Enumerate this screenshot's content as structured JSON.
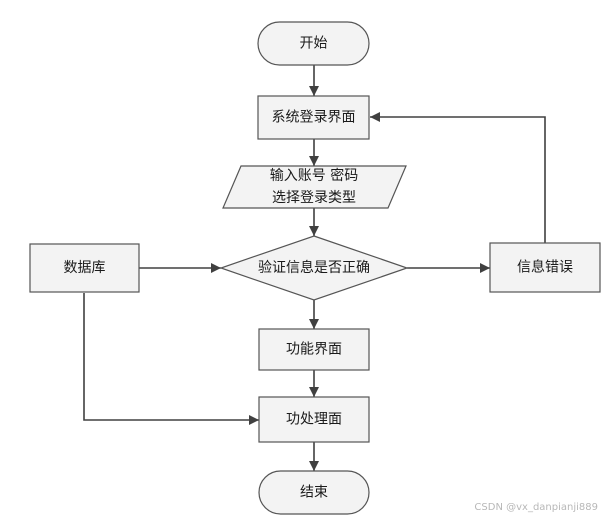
{
  "nodes": {
    "start": "开始",
    "login_page": "系统登录界面",
    "input_line1": "输入账号 密码",
    "input_line2": "选择登录类型",
    "validate": "验证信息是否正确",
    "database": "数据库",
    "error": "信息错误",
    "function_page": "功能界面",
    "process_page": "功处理面",
    "end": "结束"
  },
  "watermark": "CSDN @vx_danpianji889"
}
